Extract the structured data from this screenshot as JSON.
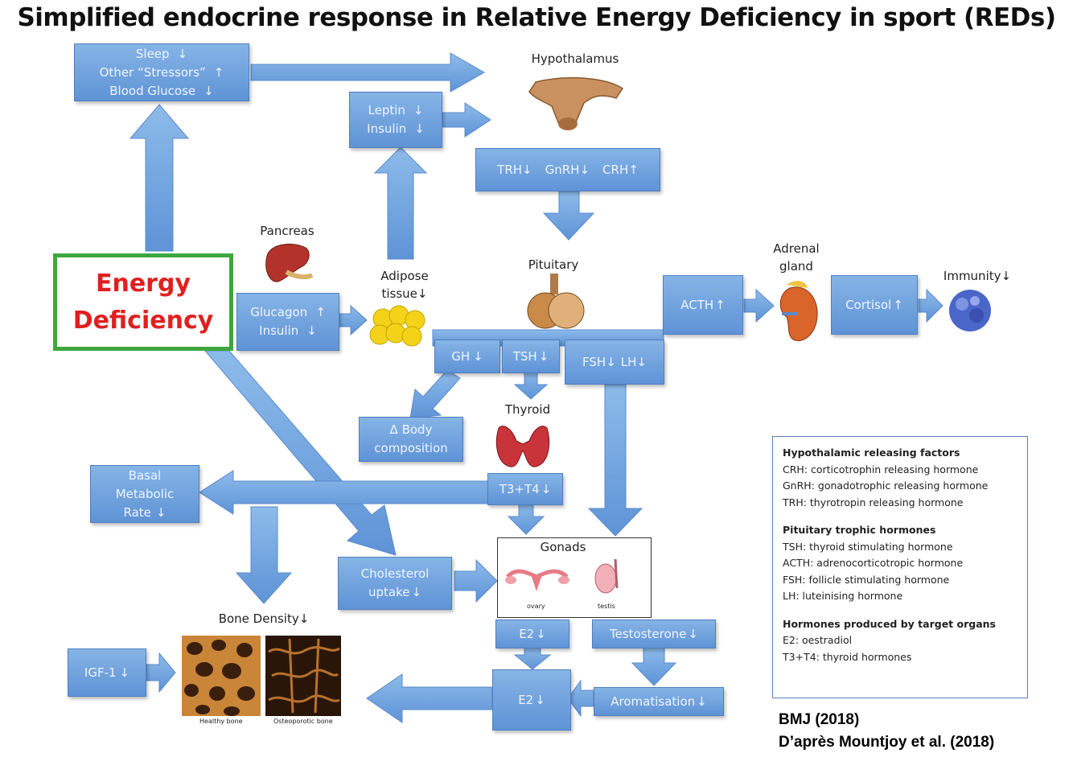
{
  "title": "Simplified endocrine response in Relative Energy Deficiency in sport (REDs)",
  "energy_deficiency": [
    "Energy",
    "Deficiency"
  ],
  "boxes": {
    "stressors": [
      "Sleep",
      "Other “Stressors”",
      "Blood Glucose"
    ],
    "leptin": [
      "Leptin",
      "Insulin"
    ],
    "releasing": [
      "TRH",
      "GnRH",
      "CRH"
    ],
    "glucagon": [
      "Glucagon",
      "Insulin"
    ],
    "acth": "ACTH",
    "cortisol": "Cortisol",
    "gh": "GH",
    "tsh": "TSH",
    "fsh": "FSH",
    "lh": "LH",
    "body_comp": [
      "Δ Body",
      "composition"
    ],
    "bmr": [
      "Basal",
      "Metabolic",
      "Rate"
    ],
    "t3t4": "T3+T4",
    "cholesterol": [
      "Cholesterol",
      "uptake"
    ],
    "e2_top": "E2",
    "testosterone": "Testosterone",
    "igf": "IGF-1",
    "e2_bottom": "E2",
    "aromatisation": "Aromatisation"
  },
  "labels": {
    "hypothalamus": "Hypothalamus",
    "pancreas": "Pancreas",
    "adipose": [
      "Adipose",
      "tissue"
    ],
    "pituitary": "Pituitary",
    "adrenal": [
      "Adrenal",
      "gland"
    ],
    "immunity": "Immunity",
    "thyroid": "Thyroid",
    "gonads": "Gonads",
    "ovary": "ovary",
    "testis": "testis",
    "bone_density": "Bone Density",
    "healthy_bone": "Healthy bone",
    "osteoporotic_bone": "Osteoporotic bone"
  },
  "arrow_glyphs": {
    "up": "↑",
    "down": "↓"
  },
  "legend": {
    "sections": [
      {
        "heading": "Hypothalamic releasing factors",
        "items": [
          "CRH: corticotrophin releasing hormone",
          "GnRH: gonadotrophic releasing hormone",
          "TRH: thyrotropin releasing hormone"
        ]
      },
      {
        "heading": "Pituitary trophic hormones",
        "items": [
          "TSH: thyroid stimulating hormone",
          "ACTH: adrenocorticotropic hormone",
          "FSH: follicle stimulating hormone",
          "LH: luteinising hormone"
        ]
      },
      {
        "heading": "Hormones produced by target organs",
        "items": [
          "E2: oestradiol",
          "T3+T4: thyroid hormones"
        ]
      }
    ]
  },
  "citation": [
    "BMJ (2018)",
    "D’après Mountjoy et al. (2018)"
  ],
  "colors": {
    "box": "#6fa0dc",
    "arrow": "#6fa0dc",
    "energy_text": "#e02020",
    "energy_border": "#3da63d"
  }
}
